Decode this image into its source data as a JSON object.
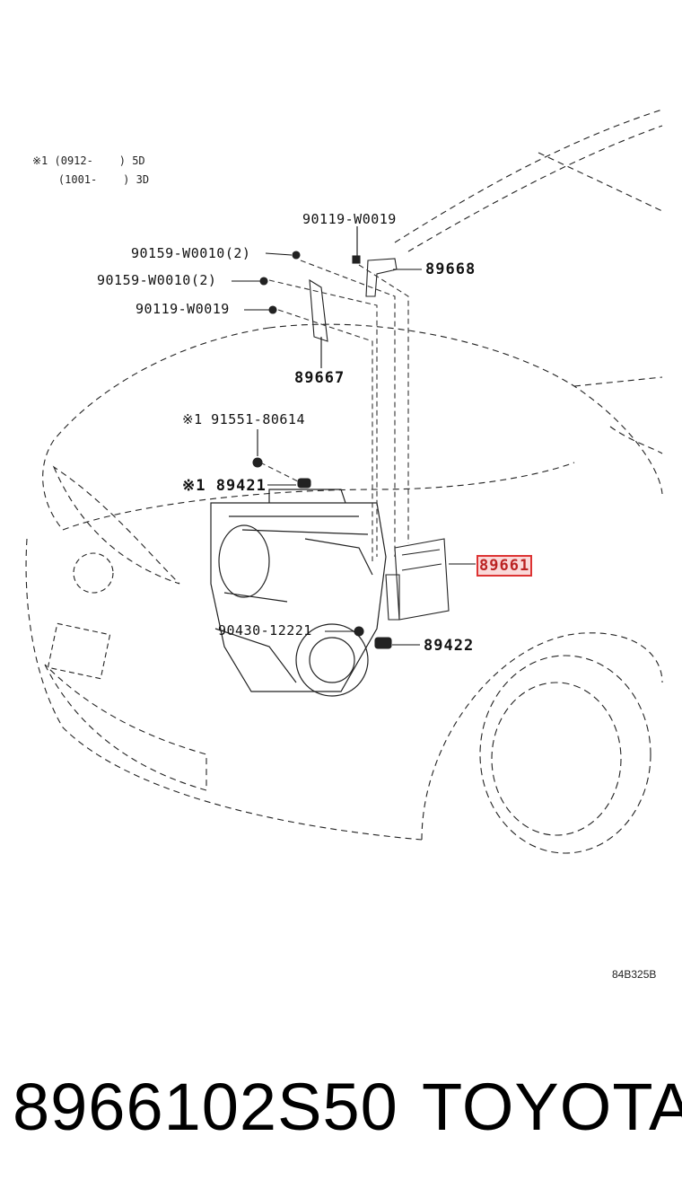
{
  "notes": [
    "※1 (0912-    ) 5D",
    "    (1001-    ) 3D"
  ],
  "callouts": {
    "p90119_top": "90119-W0019",
    "p89668": "89668",
    "p90159_a": "90159-W0010(2)",
    "p90159_b": "90159-W0010(2)",
    "p90119_mid": "90119-W0019",
    "p89667": "89667",
    "p91551": "※1 91551-80614",
    "p89421": "※1 89421",
    "p89661": "89661",
    "p90430": "90430-12221",
    "p89422": "89422"
  },
  "diagram_code": "84B325B",
  "footer": {
    "part_number": "8966102S50",
    "brand": "TOYOTA"
  },
  "colors": {
    "highlight_border": "#d33333",
    "highlight_fill": "#e65050"
  }
}
